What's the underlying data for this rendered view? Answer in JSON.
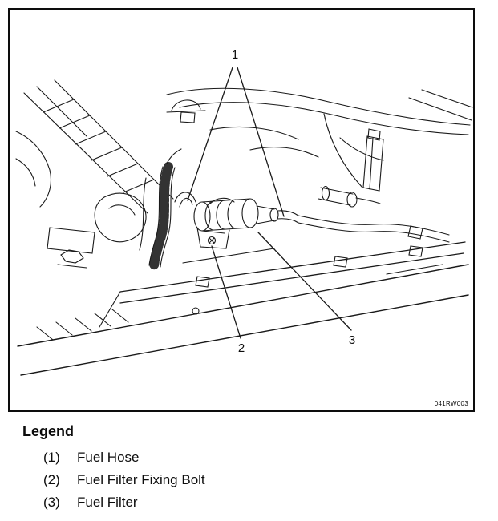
{
  "diagram": {
    "ref_code": "041RW003",
    "callouts": [
      {
        "n": "1",
        "target": "fuel-hose"
      },
      {
        "n": "2",
        "target": "fuel-filter-fixing-bolt"
      },
      {
        "n": "3",
        "target": "fuel-filter"
      }
    ]
  },
  "legend": {
    "title": "Legend",
    "items": [
      {
        "num": "(1)",
        "label": "Fuel Hose"
      },
      {
        "num": "(2)",
        "label": "Fuel Filter Fixing Bolt"
      },
      {
        "num": "(3)",
        "label": "Fuel Filter"
      }
    ]
  }
}
